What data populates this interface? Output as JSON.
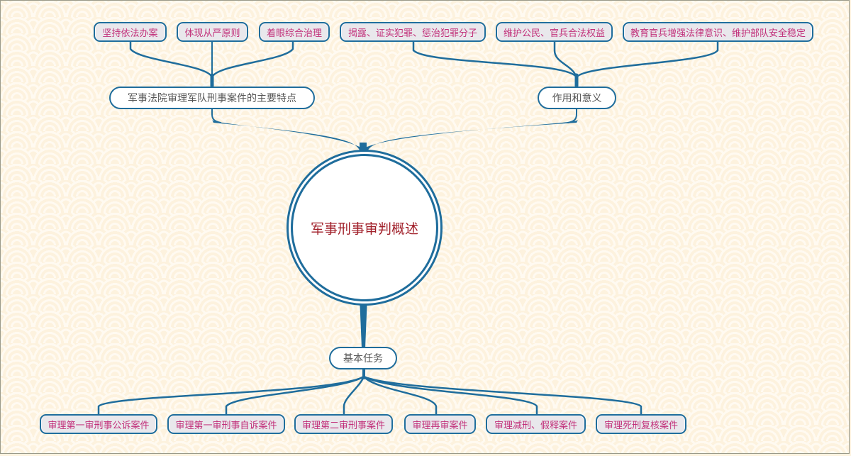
{
  "colors": {
    "link": "#1f6d9c",
    "leaf_text": "#c2307a",
    "leaf_bg": "#e9e8ec",
    "branch_text": "#555555",
    "root_text": "#a01e28",
    "background": "#fdf2de"
  },
  "root": {
    "label": "军事刑事审判概述"
  },
  "branches": [
    {
      "label": "军事法院审理军队刑事案件的主要特点",
      "children": [
        "坚持依法办案",
        "体现从严原则",
        "着眼综合治理"
      ]
    },
    {
      "label": "作用和意义",
      "children": [
        "揭露、证实犯罪、惩治犯罪分子",
        "维护公民、官兵合法权益",
        "教育官兵增强法律意识、维护部队安全稳定"
      ]
    },
    {
      "label": "基本任务",
      "children": [
        "审理第一审刑事公诉案件",
        "审理第一审刑事自诉案件",
        "审理第二审刑事案件",
        "审理再审案件",
        "审理减刑、假释案件",
        "审理死刑复核案件"
      ]
    }
  ]
}
